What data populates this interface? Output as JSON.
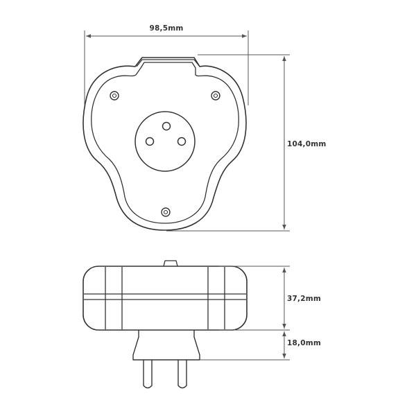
{
  "dimensions": {
    "width": "98,5mm",
    "height": "104,0mm",
    "body_depth": "37,2mm",
    "plug_length": "18,0mm"
  },
  "colors": {
    "outline": "#333333",
    "dimension_line": "#555555",
    "background": "#ffffff"
  },
  "views": {
    "top": "front-view-outline",
    "bottom": "side-view-outline"
  }
}
